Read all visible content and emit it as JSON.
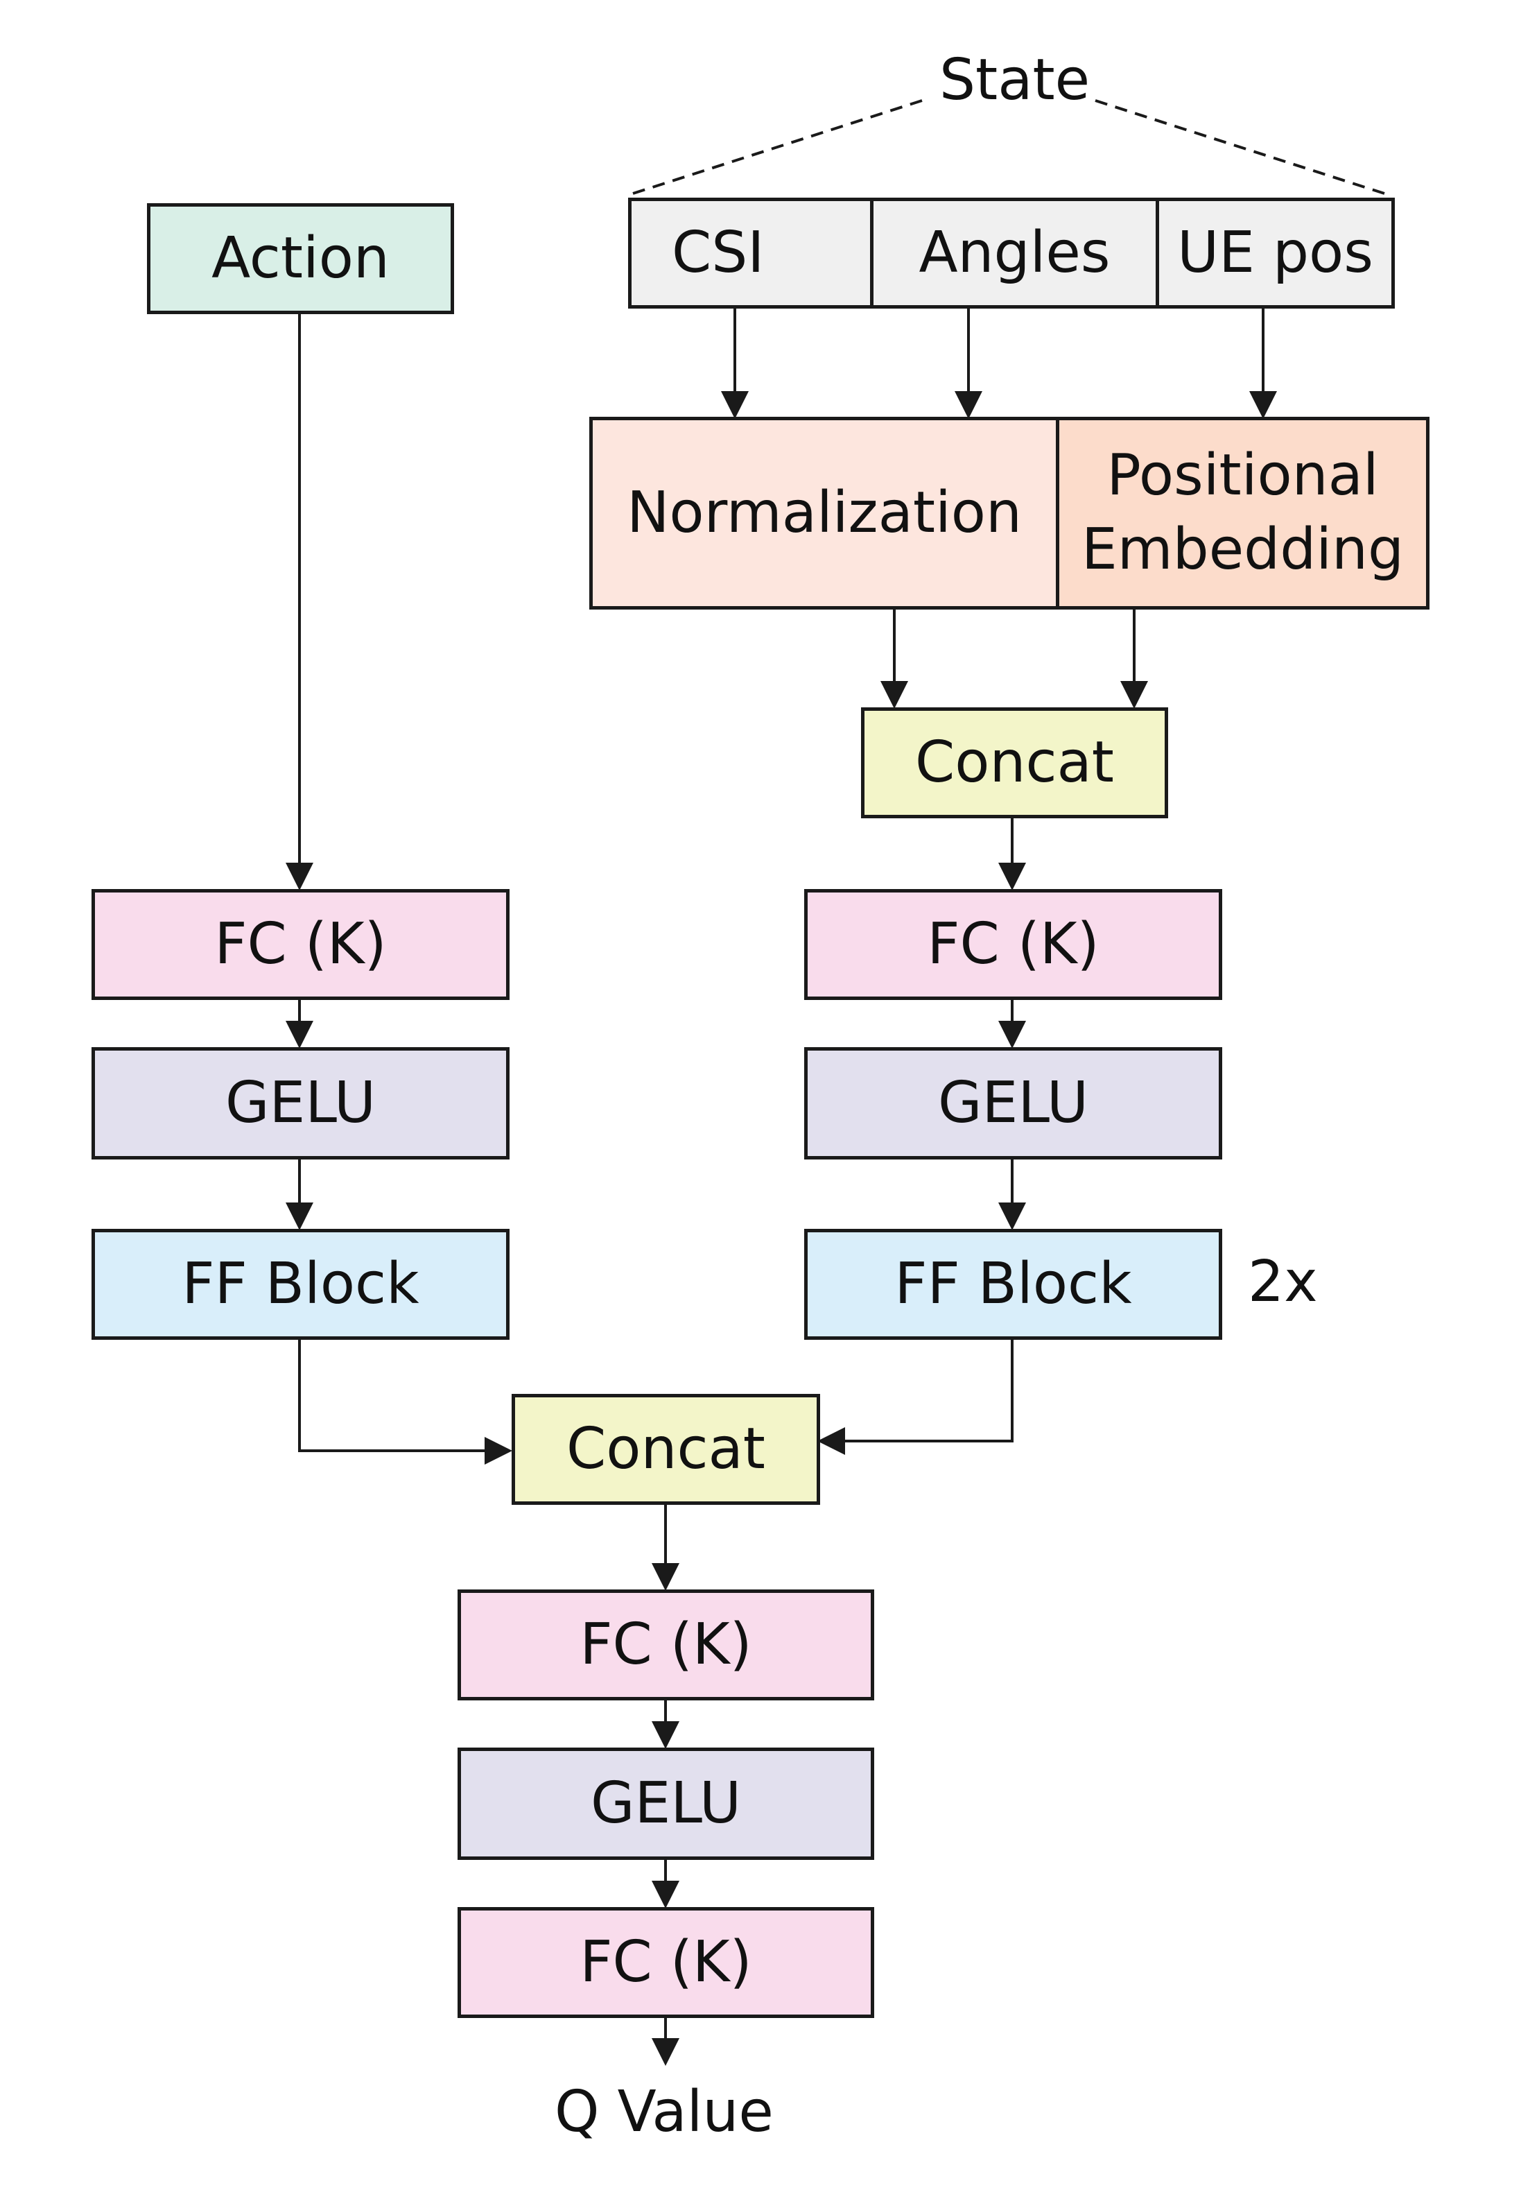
{
  "diagram": {
    "state_label": "State",
    "action_label": "Action",
    "state_inputs": [
      "CSI",
      "Angles",
      "UE pos"
    ],
    "normalization": "Normalization",
    "positional_embedding": "Positional Embedding",
    "concat": "Concat",
    "fc": "FC (K)",
    "gelu": "GELU",
    "ff_block": "FF Block",
    "repeat": "2x",
    "output": "Q Value"
  },
  "colors": {
    "action": "#d9efe7",
    "input": "#f0f0f0",
    "normalization": "#fde6de",
    "positional_embedding": "#fcdccb",
    "concat": "#f3f5c9",
    "fc": "#f9dcec",
    "gelu": "#e2e0ee",
    "ff_block": "#d9eefa"
  }
}
